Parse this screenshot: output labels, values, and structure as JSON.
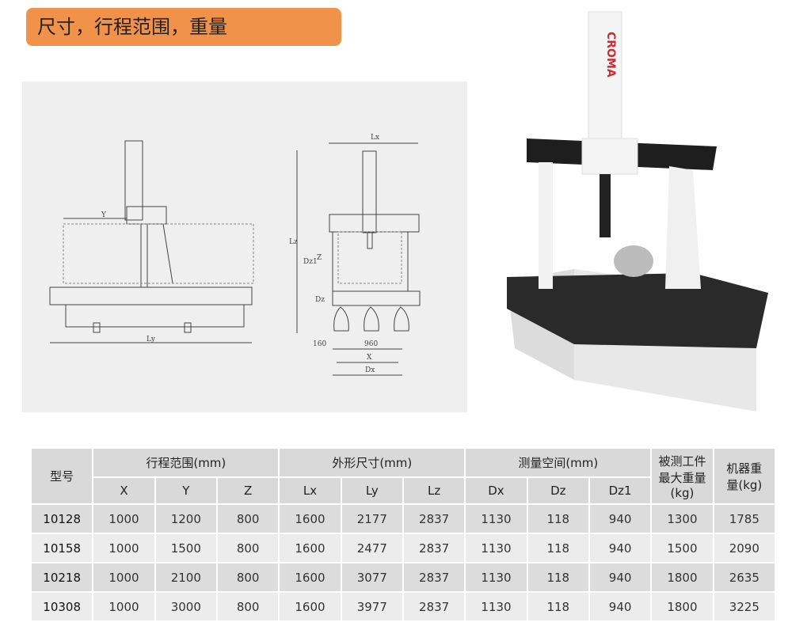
{
  "title": "尺寸，行程范围，重量",
  "diagram": {
    "labels": {
      "y": "Y",
      "ly": "Ly",
      "lx": "Lx",
      "lz": "Lz",
      "dz1": "Dz1",
      "z": "Z",
      "dz": "Dz",
      "d160": "160",
      "d960": "960",
      "x": "X",
      "dx": "Dx"
    }
  },
  "photo": {
    "brand": "CROMA"
  },
  "table": {
    "model_header": "型号",
    "groups": [
      "行程范围(mm)",
      "外形尺寸(mm)",
      "测量空间(mm)"
    ],
    "max_weight_header": "被测工件最大重量(kg)",
    "machine_weight_header": "机器重量(kg)",
    "subheaders": [
      "X",
      "Y",
      "Z",
      "Lx",
      "Ly",
      "Lz",
      "Dx",
      "Dz",
      "Dz1"
    ],
    "rows": [
      [
        "10128",
        "1000",
        "1200",
        "800",
        "1600",
        "2177",
        "2837",
        "1130",
        "118",
        "940",
        "1300",
        "1785"
      ],
      [
        "10158",
        "1000",
        "1500",
        "800",
        "1600",
        "2477",
        "2837",
        "1130",
        "118",
        "940",
        "1500",
        "2090"
      ],
      [
        "10218",
        "1000",
        "2100",
        "800",
        "1600",
        "3077",
        "2837",
        "1130",
        "118",
        "940",
        "1800",
        "2635"
      ],
      [
        "10308",
        "1000",
        "3000",
        "800",
        "1600",
        "3977",
        "2837",
        "1130",
        "118",
        "940",
        "1800",
        "3225"
      ]
    ]
  }
}
